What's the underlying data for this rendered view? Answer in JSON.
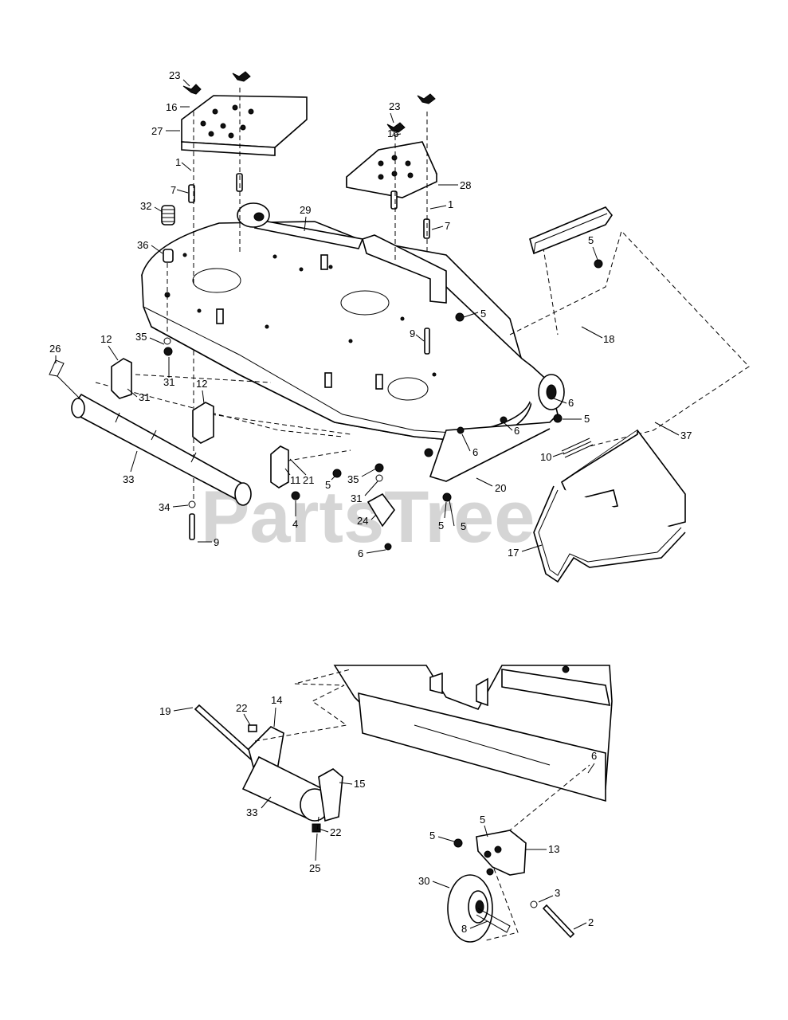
{
  "watermark": "PartsTree",
  "top_assembly": {
    "callouts": [
      "23",
      "16",
      "27",
      "1",
      "7",
      "32",
      "36",
      "29",
      "23",
      "16",
      "28",
      "1",
      "7",
      "5",
      "5",
      "18",
      "9",
      "35",
      "12",
      "26",
      "31",
      "31",
      "12",
      "6",
      "5",
      "6",
      "6",
      "37",
      "10",
      "33",
      "11",
      "21",
      "35",
      "5",
      "31",
      "20",
      "5",
      "24",
      "17",
      "34",
      "4",
      "5",
      "9",
      "6"
    ]
  },
  "bottom_assembly": {
    "callouts": [
      "19",
      "22",
      "14",
      "15",
      "33",
      "22",
      "25",
      "6",
      "5",
      "5",
      "13",
      "30",
      "3",
      "8",
      "2"
    ]
  }
}
